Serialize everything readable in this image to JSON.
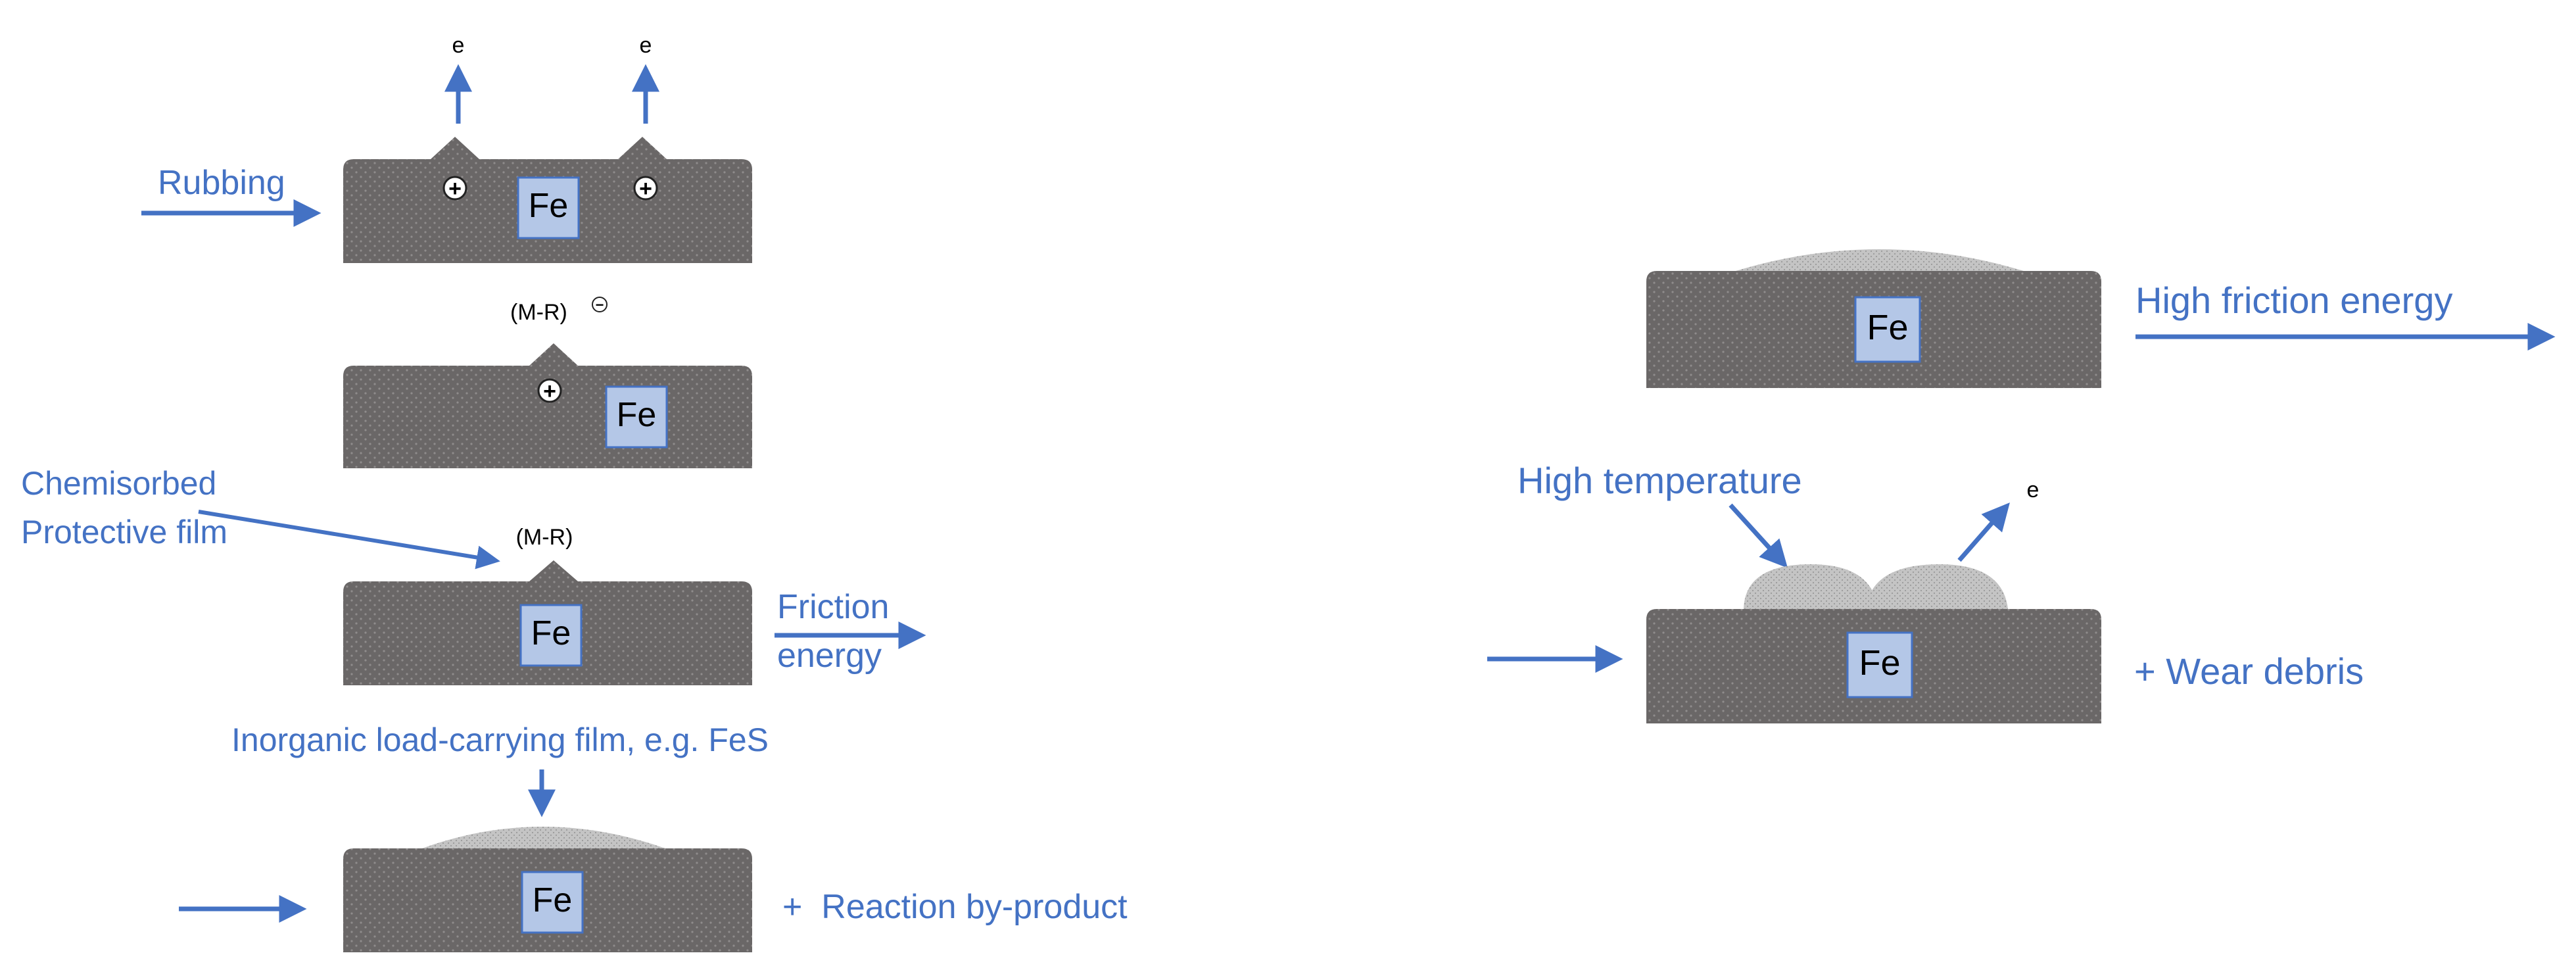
{
  "colors": {
    "accent": "#4472C4",
    "metal": "#6A6767",
    "metal_dots": "#8F8C8C",
    "film": "#BDBDBD",
    "fe_box": "#B4C7E7",
    "fe_border": "#4472C4"
  },
  "left": {
    "electron_labels": [
      "e",
      "e"
    ],
    "rubbing": "Rubbing",
    "fe_labels": [
      "Fe",
      "Fe",
      "Fe",
      "Fe"
    ],
    "plus_sign": "+",
    "mr_anion": "(M-R)",
    "minus_sign": "−",
    "chemisorbed_line1": "Chemisorbed",
    "chemisorbed_line2": "Protective film",
    "mr": "(M-R)",
    "friction_line1": "Friction",
    "friction_line2": "energy",
    "inorganic": "Inorganic load-carrying film, e.g. FeS",
    "reaction": "+  Reaction by-product"
  },
  "right": {
    "fe_labels": [
      "Fe",
      "Fe"
    ],
    "high_friction": "High friction energy",
    "high_temperature": "High temperature",
    "electron": "e",
    "wear_debris": "+ Wear debris"
  }
}
